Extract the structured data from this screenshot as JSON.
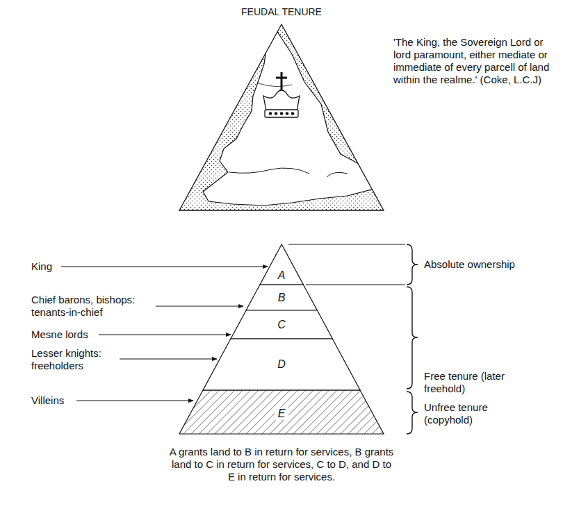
{
  "diagram": {
    "title": "FEUDAL TENURE",
    "caption": "A grants land to B in return for services, B grants land to C in return for services, C to D, and D to E in return for services.",
    "nodes": [
      {
        "text": [
          "A"
        ]
      },
      {
        "text": [
          "B"
        ]
      },
      {
        "text": [
          "C"
        ]
      },
      {
        "text": [
          "D"
        ]
      },
      {
        "text": [
          "E"
        ]
      }
    ],
    "labels": [
      "'The King, the Sovereign Lord or lord paramount, either mediate or immediate of every parcell of land within the realme.' (Coke, L.C.J)",
      "King",
      "Chief barons, bishops: tenants-in-chief",
      "Mesne lords",
      "Lesser knights: freeholders",
      "Villeins",
      "Absolute ownership",
      "Free tenure (later freehold)",
      "Unfree tenure (copyhold)"
    ]
  }
}
